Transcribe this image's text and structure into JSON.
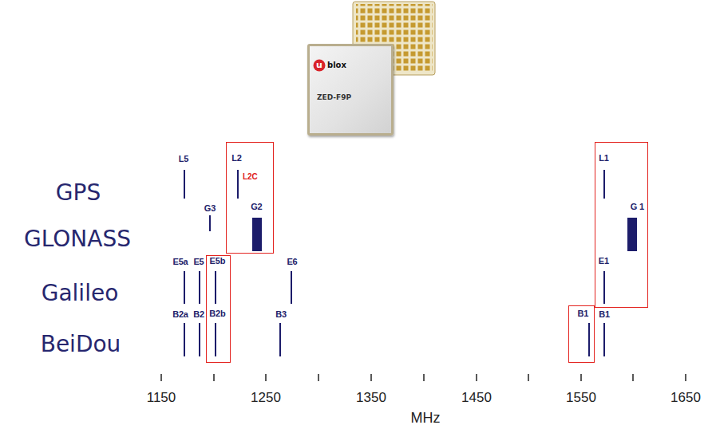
{
  "diagram": {
    "nodes": [
      {
        "text": [
          "u",
          "blox",
          "ZED-F9P"
        ]
      },
      {
        "text": [
          "L2",
          "L2C",
          "G2"
        ]
      },
      {
        "text": [
          "L1",
          "G 1",
          "E1"
        ]
      },
      {
        "text": [
          "E5b",
          "B2b"
        ]
      },
      {
        "text": [
          "B1"
        ]
      }
    ],
    "labels": [
      "L5",
      "GPS",
      "G3",
      "GLONASS",
      "E5a",
      "E5",
      "E6",
      "Galileo",
      "B2a",
      "B2",
      "B3",
      "BeiDou",
      "B1",
      "1150",
      "1250",
      "1350",
      "1450",
      "1550",
      "1650",
      "MHz"
    ]
  }
}
